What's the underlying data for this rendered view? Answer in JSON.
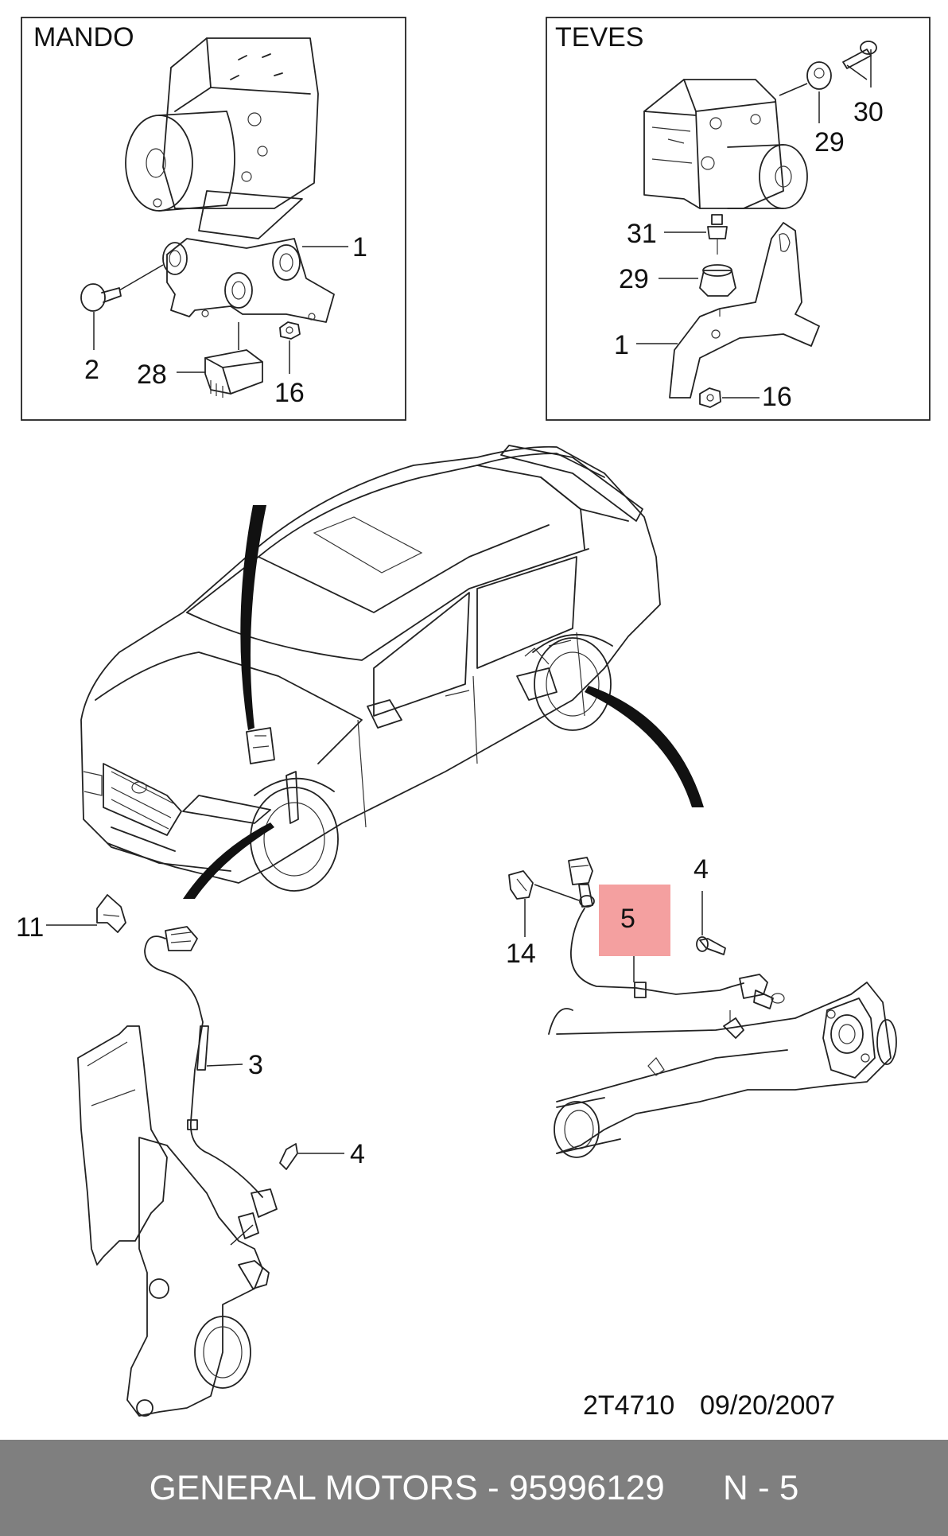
{
  "panels": {
    "mando": {
      "title": "MANDO",
      "callouts": [
        "1",
        "2",
        "28",
        "16"
      ]
    },
    "teves": {
      "title": "TEVES",
      "callouts": [
        "30",
        "29",
        "31",
        "29",
        "1",
        "16"
      ]
    }
  },
  "front_sensor": {
    "callouts": [
      "11",
      "3",
      "4"
    ]
  },
  "rear_sensor": {
    "callouts": [
      "4",
      "5",
      "14"
    ],
    "highlighted_callout": "5",
    "highlight_color": "#f4a0a0"
  },
  "drawing_code": "2T4710",
  "drawing_date": "09/20/2007",
  "footer": {
    "brand": "GENERAL MOTORS",
    "separator": " - ",
    "part_number": "95996129",
    "suffix": "N - 5"
  },
  "colors": {
    "footer_bg": "#7f7f7f",
    "footer_text": "#ffffff",
    "line": "#222222"
  }
}
